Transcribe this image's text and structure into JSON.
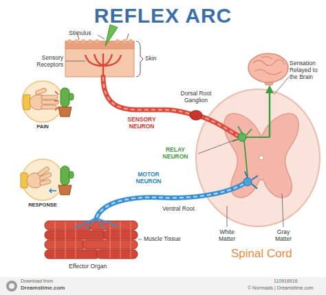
{
  "diagram": {
    "title": "REFLEX ARC",
    "labels": [
      "Stimulus",
      "Sensory Receptors",
      "Skin",
      "Sensation Relayed to the Brain",
      "PAIN",
      "Dorsal Root Ganglion",
      "SENSORY NEURON",
      "RELAY NEURON",
      "MOTOR NEURON",
      "RESPONSE",
      "Ventral Root",
      "Muscle Tissue",
      "White Matter",
      "Gray Matter",
      "Spinal Cord",
      "Effector Organ",
      "Download from",
      "Dreamstime.com",
      "110916916",
      "© Normaals | Dreamstime.com"
    ]
  }
}
